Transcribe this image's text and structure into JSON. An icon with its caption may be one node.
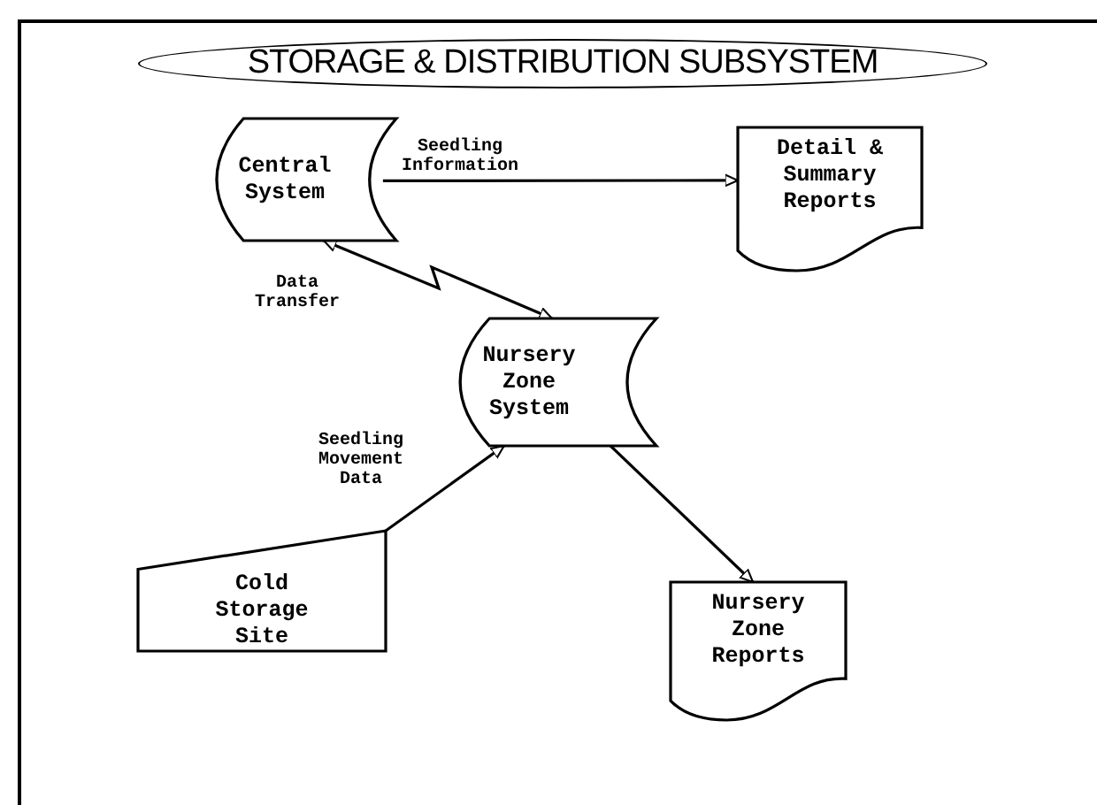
{
  "diagram": {
    "title": "STORAGE & DISTRIBUTION SUBSYSTEM",
    "nodes": [
      {
        "text": [
          "Central System"
        ]
      },
      {
        "text": [
          "Detail & Summary Reports"
        ]
      },
      {
        "text": [
          "Nursery Zone System"
        ]
      },
      {
        "text": [
          "Cold Storage Site"
        ]
      },
      {
        "text": [
          "Nursery Zone Reports"
        ]
      }
    ],
    "edges": [
      {
        "from": 0,
        "to": 1,
        "arrow": "to",
        "label": "Seedling Information"
      },
      {
        "from": 0,
        "to": 2,
        "arrow": "both",
        "label": "Data Transfer"
      },
      {
        "from": 3,
        "to": 2,
        "arrow": "to",
        "label": "Seedling Movement Data"
      },
      {
        "from": 2,
        "to": 4,
        "arrow": "to"
      }
    ]
  }
}
